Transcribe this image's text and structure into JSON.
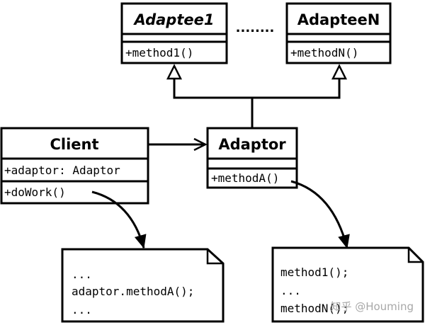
{
  "classes": {
    "adaptee1": {
      "name": "Adaptee1",
      "members": [
        "+method1()"
      ]
    },
    "adapteeN": {
      "name": "AdapteeN",
      "members": [
        "+methodN()"
      ]
    },
    "client": {
      "name": "Client",
      "members": [
        "+adaptor: Adaptor",
        "+doWork()"
      ]
    },
    "adaptor": {
      "name": "Adaptor",
      "members": [
        "",
        "+methodA()"
      ]
    }
  },
  "ellipsis": "........",
  "notes": {
    "client_note": [
      "...",
      "adaptor.methodA();",
      "..."
    ],
    "adaptor_note": [
      "method1();",
      "...",
      "methodN();"
    ]
  },
  "watermark": "知乎 @Houming"
}
